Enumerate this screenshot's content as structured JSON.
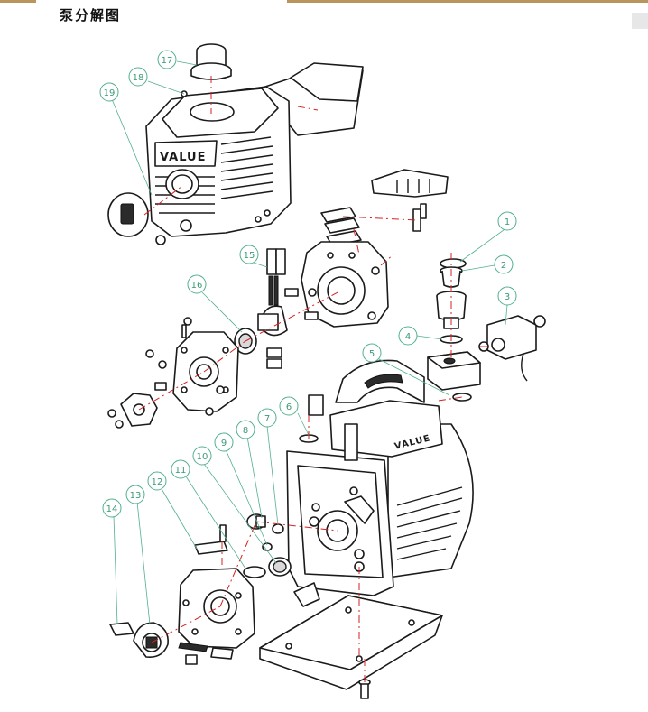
{
  "title": "泵分解图",
  "brand": "VALUE",
  "callouts": [
    {
      "n": "1"
    },
    {
      "n": "2"
    },
    {
      "n": "3"
    },
    {
      "n": "4"
    },
    {
      "n": "5"
    },
    {
      "n": "6"
    },
    {
      "n": "7"
    },
    {
      "n": "8"
    },
    {
      "n": "9"
    },
    {
      "n": "10"
    },
    {
      "n": "11"
    },
    {
      "n": "12"
    },
    {
      "n": "13"
    },
    {
      "n": "14"
    },
    {
      "n": "15"
    },
    {
      "n": "16"
    },
    {
      "n": "17"
    },
    {
      "n": "18"
    },
    {
      "n": "19"
    }
  ],
  "colors": {
    "callout": "#52b08b",
    "axis": "#d62020",
    "accent": "#b8955a"
  }
}
